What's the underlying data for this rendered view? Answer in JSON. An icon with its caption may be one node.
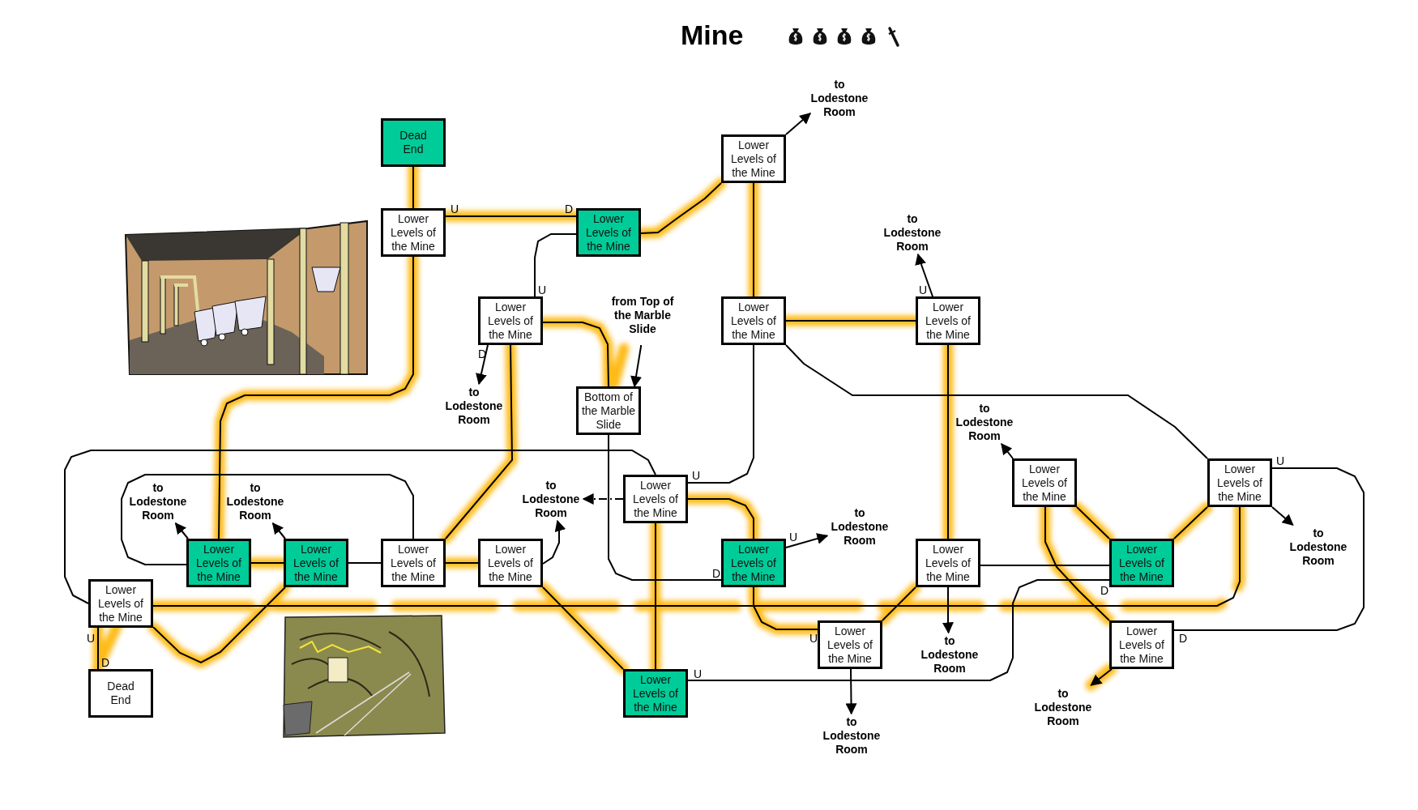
{
  "diagram": {
    "title": "Mine",
    "nodes": [
      {
        "text": [
          "Dead End"
        ]
      },
      {
        "text": [
          "to Lodestone Room"
        ]
      },
      {
        "text": [
          "Lower Levels of the Mine"
        ]
      },
      {
        "text": [
          "Lower Levels of the Mine"
        ]
      },
      {
        "text": [
          "Lower Levels of the Mine"
        ]
      },
      {
        "text": [
          "to Lodestone Room"
        ]
      },
      {
        "text": [
          "Lower Levels of the Mine"
        ]
      },
      {
        "text": [
          "Lower Levels of the Mine"
        ]
      },
      {
        "text": [
          "Lower Levels of the Mine"
        ]
      },
      {
        "text": [
          "from Top of the Marble Slide"
        ]
      },
      {
        "text": [
          "Bottom of the Marble Slide"
        ]
      },
      {
        "text": [
          "to Lodestone Room"
        ]
      },
      {
        "text": [
          "to Lodestone Room"
        ]
      },
      {
        "text": [
          "Lower Levels of the Mine"
        ]
      },
      {
        "text": [
          "Lower Levels of the Mine"
        ]
      },
      {
        "text": [
          "Lower Levels of the Mine"
        ]
      },
      {
        "text": [
          "to Lodestone Room"
        ]
      },
      {
        "text": [
          "to Lodestone Room"
        ]
      },
      {
        "text": [
          "to Lodestone Room"
        ]
      },
      {
        "text": [
          "to Lodestone Room"
        ]
      },
      {
        "text": [
          "Lower Levels of the Mine"
        ]
      },
      {
        "text": [
          "Lower Levels of the Mine"
        ]
      },
      {
        "text": [
          "Lower Levels of the Mine"
        ]
      },
      {
        "text": [
          "Lower Levels of the Mine"
        ]
      },
      {
        "text": [
          "Lower Levels of the Mine"
        ]
      },
      {
        "text": [
          "Lower Levels of the Mine"
        ]
      },
      {
        "text": [
          "Lower Levels of the Mine"
        ]
      },
      {
        "text": [
          "to Lodestone Room"
        ]
      },
      {
        "text": [
          "Lower Levels of the Mine"
        ]
      },
      {
        "text": [
          "Lower Levels of the Mine"
        ]
      },
      {
        "text": [
          "Lower Levels of the Mine"
        ]
      },
      {
        "text": [
          "to Lodestone Room"
        ]
      },
      {
        "text": [
          "Dead End"
        ]
      },
      {
        "text": [
          "Lower Levels of the Mine"
        ]
      },
      {
        "text": [
          "to Lodestone Room"
        ]
      },
      {
        "text": [
          "to Lodestone Room"
        ]
      }
    ],
    "edges": [
      {
        "from": 0,
        "to": 3,
        "arrow": "none"
      },
      {
        "from": 3,
        "to": 4,
        "arrow": "none"
      },
      {
        "from": 4,
        "to": 2,
        "arrow": "none"
      },
      {
        "from": 2,
        "to": 1,
        "arrow": "to"
      },
      {
        "from": 4,
        "to": 6,
        "arrow": "none"
      },
      {
        "from": 2,
        "to": 7,
        "arrow": "none"
      },
      {
        "from": 7,
        "to": 8,
        "arrow": "none"
      },
      {
        "from": 8,
        "to": 5,
        "arrow": "to"
      },
      {
        "from": 6,
        "to": 11,
        "arrow": "to"
      },
      {
        "from": 6,
        "to": 10,
        "arrow": "none"
      },
      {
        "from": 9,
        "to": 10,
        "arrow": "to"
      },
      {
        "from": 7,
        "to": 15,
        "arrow": "none"
      },
      {
        "from": 7,
        "to": 14,
        "arrow": "none"
      },
      {
        "from": 8,
        "to": 25,
        "arrow": "none"
      },
      {
        "from": 10,
        "to": 24,
        "arrow": "none"
      },
      {
        "from": 15,
        "to": 16,
        "arrow": "to",
        "style": "dashed"
      },
      {
        "from": 15,
        "to": 24,
        "arrow": "none"
      },
      {
        "from": 15,
        "to": 33,
        "arrow": "none"
      },
      {
        "from": 15,
        "to": 28,
        "arrow": "none"
      },
      {
        "from": 22,
        "to": 20,
        "arrow": "none"
      },
      {
        "from": 20,
        "to": 21,
        "arrow": "none"
      },
      {
        "from": 21,
        "to": 22,
        "arrow": "none"
      },
      {
        "from": 22,
        "to": 23,
        "arrow": "none"
      },
      {
        "from": 20,
        "to": 17,
        "arrow": "to"
      },
      {
        "from": 21,
        "to": 18,
        "arrow": "to"
      },
      {
        "from": 3,
        "to": 20,
        "arrow": "none"
      },
      {
        "from": 6,
        "to": 22,
        "arrow": "none"
      },
      {
        "from": 23,
        "to": 16,
        "arrow": "to"
      },
      {
        "from": 21,
        "to": 28,
        "arrow": "none"
      },
      {
        "from": 28,
        "to": 14,
        "arrow": "none"
      },
      {
        "from": 28,
        "to": 32,
        "arrow": "none"
      },
      {
        "from": 23,
        "to": 33,
        "arrow": "none"
      },
      {
        "from": 24,
        "to": 29,
        "arrow": "none"
      },
      {
        "from": 24,
        "to": 19,
        "arrow": "to"
      },
      {
        "from": 25,
        "to": 29,
        "arrow": "none"
      },
      {
        "from": 25,
        "to": 31,
        "arrow": "to"
      },
      {
        "from": 25,
        "to": 26,
        "arrow": "none"
      },
      {
        "from": 29,
        "to": 35,
        "arrow": "to"
      },
      {
        "from": 33,
        "to": 26,
        "arrow": "none"
      },
      {
        "from": 13,
        "to": 12,
        "arrow": "to"
      },
      {
        "from": 13,
        "to": 26,
        "arrow": "none"
      },
      {
        "from": 14,
        "to": 26,
        "arrow": "none"
      },
      {
        "from": 13,
        "to": 30,
        "arrow": "none"
      },
      {
        "from": 14,
        "to": 27,
        "arrow": "to"
      },
      {
        "from": 14,
        "to": 30,
        "arrow": "none"
      },
      {
        "from": 30,
        "to": 34,
        "arrow": "to"
      }
    ],
    "labels": [
      "U",
      "D",
      "U",
      "U",
      "D",
      "U",
      "U",
      "U",
      "D",
      "D",
      "U",
      "U",
      "D",
      "D",
      "U"
    ]
  }
}
